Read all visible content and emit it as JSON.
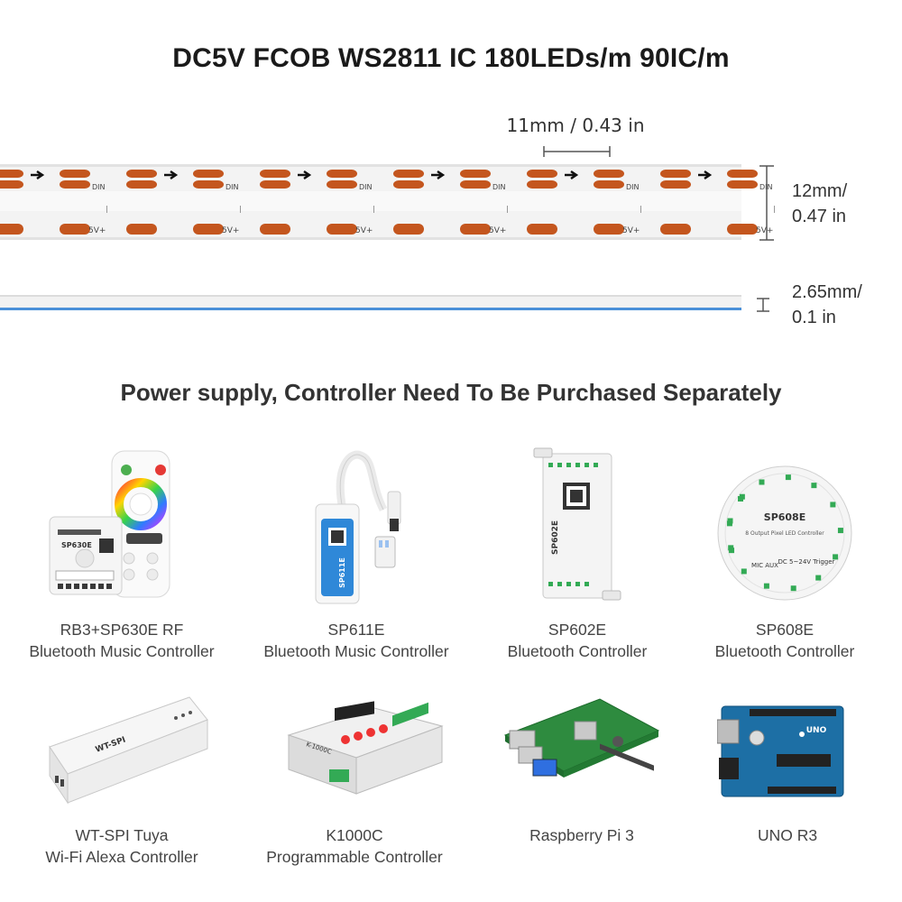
{
  "title": "DC5V FCOB WS2811 IC 180LEDs/m 90IC/m",
  "strip": {
    "pitch_label": "11mm / 0.43 in",
    "width_label_1": "12mm/",
    "width_label_2": "0.47 in",
    "thickness_label_1": "2.65mm/",
    "thickness_label_2": "0.1 in",
    "pad_label_din": "DIN",
    "pad_label_power": "5V+",
    "pad_color": "#c4561e",
    "blue_edge_color": "#4a90d9"
  },
  "section_title": "Power supply, Controller Need To Be Purchased Separately",
  "products": [
    {
      "icon": "rb3-sp630e-remote-controller-icon",
      "line1": "RB3+SP630E RF",
      "line2": "Bluetooth Music Controller"
    },
    {
      "icon": "sp611e-controller-icon",
      "line1": "SP611E",
      "line2": "Bluetooth Music Controller"
    },
    {
      "icon": "sp602e-controller-icon",
      "line1": "SP602E",
      "line2": "Bluetooth  Controller"
    },
    {
      "icon": "sp608e-controller-icon",
      "line1": "SP608E",
      "line2": "Bluetooth Controller"
    },
    {
      "icon": "wt-spi-controller-icon",
      "line1": "WT-SPI Tuya",
      "line2": "Wi-Fi Alexa Controller"
    },
    {
      "icon": "k1000c-controller-icon",
      "line1": "K1000C",
      "line2": "Programmable Controller"
    },
    {
      "icon": "raspberry-pi-icon",
      "line1": "Raspberry Pi 3",
      "line2": ""
    },
    {
      "icon": "arduino-uno-icon",
      "line1": "UNO R3",
      "line2": ""
    }
  ],
  "device_labels": {
    "sp630e": "SP630E",
    "sp611e": "SP611E",
    "sp602e": "SP602E",
    "sp608e": "SP608E",
    "sp608e_sub": "8 Output Pixel LED Controller",
    "sp608e_trigger": "DC 5~24V Trigger",
    "sp608e_micaux": "MIC AUX",
    "wtspi": "WT-SPI",
    "k1000c": "K-1000C",
    "uno": "UNO"
  }
}
